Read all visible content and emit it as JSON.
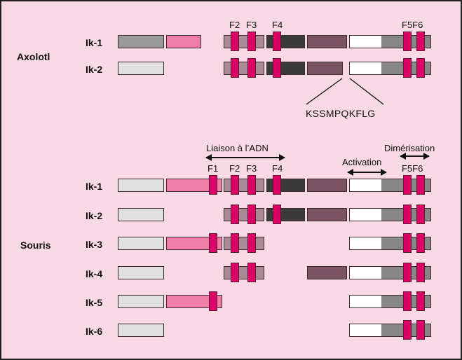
{
  "colors": {
    "background": "#f9d9e5",
    "exon_light_gray": "#e0e0e0",
    "exon_mid_gray": "#9a9a9a",
    "exon_pink": "#ef7fa8",
    "exon_mauve": "#aa8a96",
    "exon_dark": "#3a3a3a",
    "exon_plum": "#7a5462",
    "exon_white": "#ffffff",
    "exon_gray": "#878787",
    "zinc_finger": "#dc0067"
  },
  "species": [
    {
      "name": "Axolotl",
      "isoforms": [
        {
          "label": "Ik-1",
          "segments": [
            "A_midgray",
            "B_pink_short",
            "C",
            "D",
            "E",
            "F",
            "G"
          ],
          "fingers": [
            "F2",
            "F3",
            "F4",
            "F5",
            "F6"
          ]
        },
        {
          "label": "Ik-2",
          "segments": [
            "A",
            "C",
            "D",
            "E_short",
            "F",
            "G"
          ],
          "fingers": [
            "F2",
            "F3",
            "F4",
            "F5",
            "F6"
          ]
        }
      ],
      "finger_labels": [
        "F2",
        "F3",
        "F4",
        "F5F6"
      ],
      "insertion_sequence": "KSSMPQKFLG"
    },
    {
      "name": "Souris",
      "isoforms": [
        {
          "label": "Ik-1",
          "segments": [
            "A",
            "B",
            "C",
            "D",
            "E",
            "F",
            "G"
          ],
          "fingers": [
            "F1",
            "F2",
            "F3",
            "F4",
            "F5",
            "F6"
          ]
        },
        {
          "label": "Ik-2",
          "segments": [
            "A",
            "C",
            "D",
            "E",
            "F",
            "G"
          ],
          "fingers": [
            "F2",
            "F3",
            "F4",
            "F5",
            "F6"
          ]
        },
        {
          "label": "Ik-3",
          "segments": [
            "A",
            "B",
            "C",
            "F",
            "G"
          ],
          "fingers": [
            "F1",
            "F2",
            "F3",
            "F5",
            "F6"
          ]
        },
        {
          "label": "Ik-4",
          "segments": [
            "A",
            "C",
            "E",
            "F",
            "G"
          ],
          "fingers": [
            "F2",
            "F3",
            "F5",
            "F6"
          ]
        },
        {
          "label": "Ik-5",
          "segments": [
            "A",
            "B",
            "F",
            "G"
          ],
          "fingers": [
            "F1",
            "F5",
            "F6"
          ]
        },
        {
          "label": "Ik-6",
          "segments": [
            "A",
            "F",
            "G"
          ],
          "fingers": [
            "F5",
            "F6"
          ]
        }
      ],
      "finger_labels": [
        "F1",
        "F2",
        "F3",
        "F4",
        "F5F6"
      ],
      "domains": {
        "dna_binding": "Liaison à l’ADN",
        "activation": "Activation",
        "dimerization": "Dimérisation"
      }
    }
  ]
}
